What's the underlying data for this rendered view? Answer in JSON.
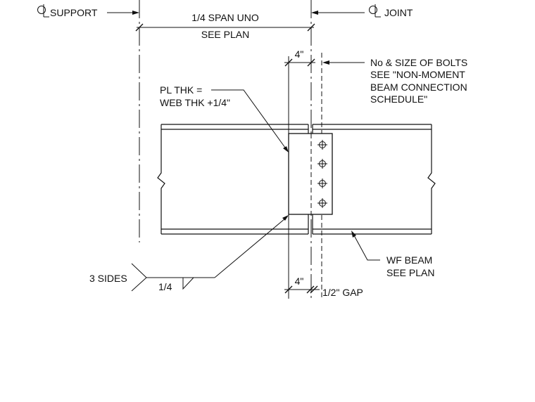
{
  "labels": {
    "cl_support": "SUPPORT",
    "cl_joint": "JOINT",
    "span_top": "1/4 SPAN UNO",
    "span_bottom": "SEE PLAN",
    "dim_top": "4\"",
    "dim_bottom": "4\"",
    "gap": "1/2\" GAP",
    "bolts_line1": "No & SIZE OF BOLTS",
    "bolts_line2": "SEE \"NON-MOMENT",
    "bolts_line3": "BEAM CONNECTION",
    "bolts_line4": "SCHEDULE\"",
    "plate_line1": "PL THK =",
    "plate_line2": "WEB THK +1/4\"",
    "weld_sides": "3 SIDES",
    "weld_size": "1/4",
    "beam_line1": "WF BEAM",
    "beam_line2": "SEE PLAN"
  }
}
